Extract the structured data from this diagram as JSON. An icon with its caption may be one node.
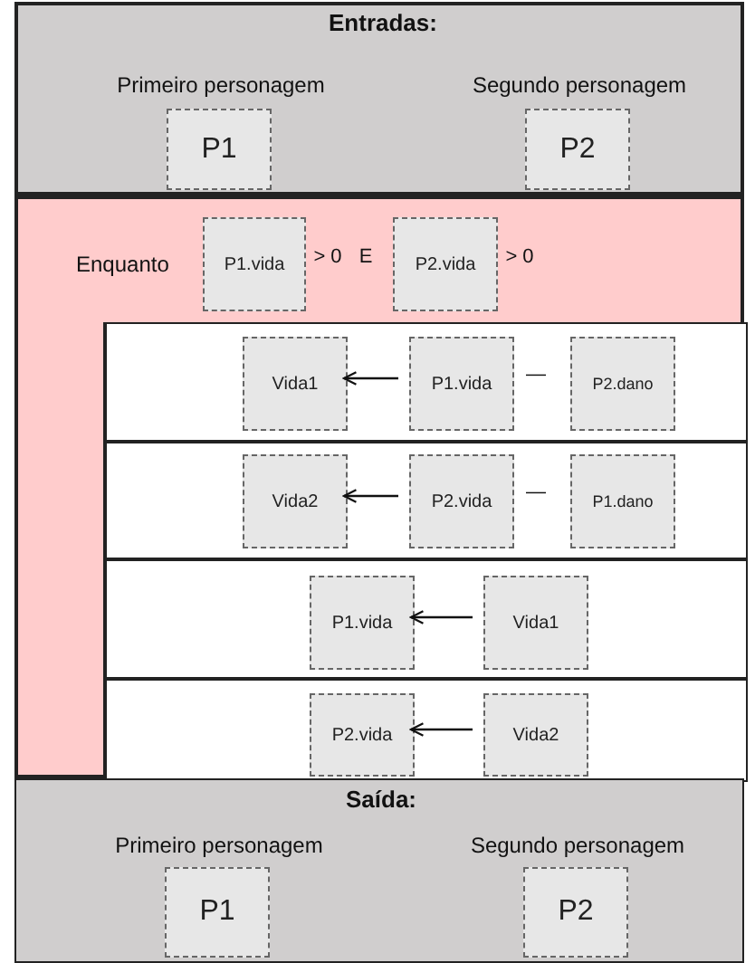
{
  "diagram": {
    "nodes": [
      {
        "text": [
          "Entradas:"
        ]
      },
      {
        "text": [
          "P1"
        ],
        "in": 0,
        "beside": [
          "Primeiro personagem"
        ]
      },
      {
        "text": [
          "P2"
        ],
        "in": 0,
        "beside": [
          "Segundo personagem"
        ]
      },
      {
        "text": [
          "Enquanto"
        ]
      },
      {
        "text": [
          "P1.vida"
        ],
        "in": 3
      },
      {
        "text": [
          "P2.vida"
        ],
        "in": 3
      },
      {
        "text": [],
        "shape": "box",
        "in": 3
      },
      {
        "text": [
          "Vida1"
        ],
        "in": 6
      },
      {
        "text": [
          "P1.vida"
        ],
        "in": 6
      },
      {
        "text": [
          "P2.dano"
        ],
        "in": 6
      },
      {
        "text": [],
        "shape": "box",
        "in": 3
      },
      {
        "text": [
          "Vida2"
        ],
        "in": 10
      },
      {
        "text": [
          "P2.vida"
        ],
        "in": 10
      },
      {
        "text": [
          "P1.dano"
        ],
        "in": 10
      },
      {
        "text": [],
        "shape": "box",
        "in": 3
      },
      {
        "text": [
          "P1.vida"
        ],
        "in": 14
      },
      {
        "text": [
          "Vida1"
        ],
        "in": 14
      },
      {
        "text": [],
        "shape": "box",
        "in": 3
      },
      {
        "text": [
          "P2.vida"
        ],
        "in": 17
      },
      {
        "text": [
          "Vida2"
        ],
        "in": 17
      },
      {
        "text": [
          "Saída:"
        ]
      },
      {
        "text": [
          "P1"
        ],
        "in": 20,
        "beside": [
          "Primeiro personagem"
        ]
      },
      {
        "text": [
          "P2"
        ],
        "in": 20,
        "beside": [
          "Segundo personagem"
        ]
      }
    ],
    "edges": [
      {
        "from": 8,
        "to": 7,
        "arrow": "to"
      },
      {
        "from": 12,
        "to": 11,
        "arrow": "to"
      },
      {
        "from": 16,
        "to": 15,
        "arrow": "to"
      },
      {
        "from": 19,
        "to": 18,
        "arrow": "to"
      }
    ],
    "labels": [
      "> 0",
      "E",
      "> 0",
      "—",
      "—"
    ]
  }
}
